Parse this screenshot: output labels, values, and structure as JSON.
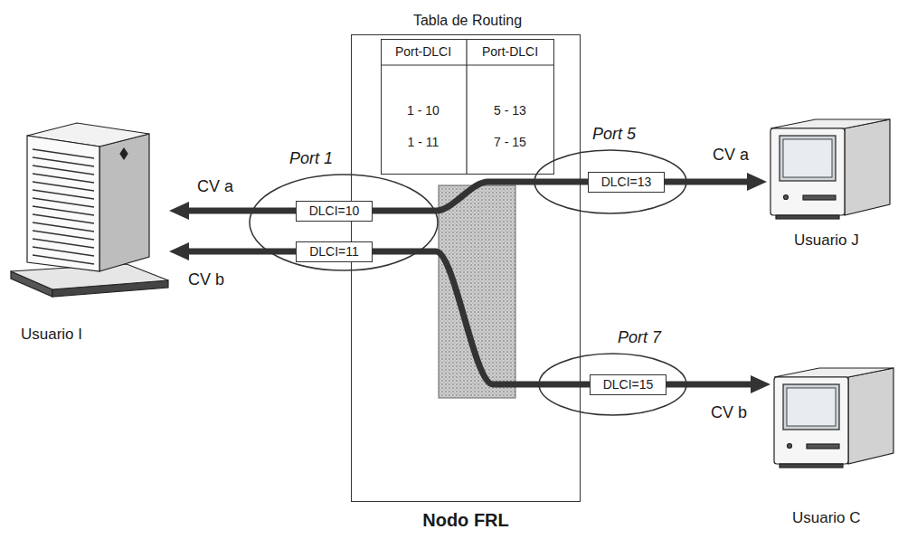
{
  "diagram": {
    "nodes": [
      {
        "text": [
          "Nodo FRL"
        ]
      },
      {
        "text": [
          "Tabla de Routing"
        ],
        "in": 0
      },
      {
        "text": [
          "Port 1"
        ]
      },
      {
        "text": [
          "DLCI=10"
        ],
        "in": 2
      },
      {
        "text": [
          "DLCI=11"
        ],
        "in": 2
      },
      {
        "text": [
          "Port 5"
        ]
      },
      {
        "text": [
          "DLCI=13"
        ],
        "in": 5
      },
      {
        "text": [
          "Port 7"
        ]
      },
      {
        "text": [
          "DLCI=15"
        ],
        "in": 7
      },
      {
        "text": [
          "Usuario I"
        ]
      },
      {
        "text": [
          "Usuario J"
        ]
      },
      {
        "text": [
          "Usuario C"
        ]
      }
    ],
    "edges": [
      {
        "from": 3,
        "to": 9,
        "arrow": "to",
        "label": "CV a"
      },
      {
        "from": 4,
        "to": 9,
        "arrow": "to",
        "label": "CV b"
      },
      {
        "from": 3,
        "to": 6,
        "arrow": "none"
      },
      {
        "from": 4,
        "to": 8,
        "arrow": "none"
      },
      {
        "from": 6,
        "to": 10,
        "arrow": "to",
        "label": "CV a"
      },
      {
        "from": 8,
        "to": 11,
        "arrow": "to",
        "label": "CV b"
      }
    ],
    "labels": [
      "Port-DLCI",
      "Port-DLCI",
      "1 - 10",
      "5 - 13",
      "1 - 11",
      "7 - 15"
    ]
  }
}
